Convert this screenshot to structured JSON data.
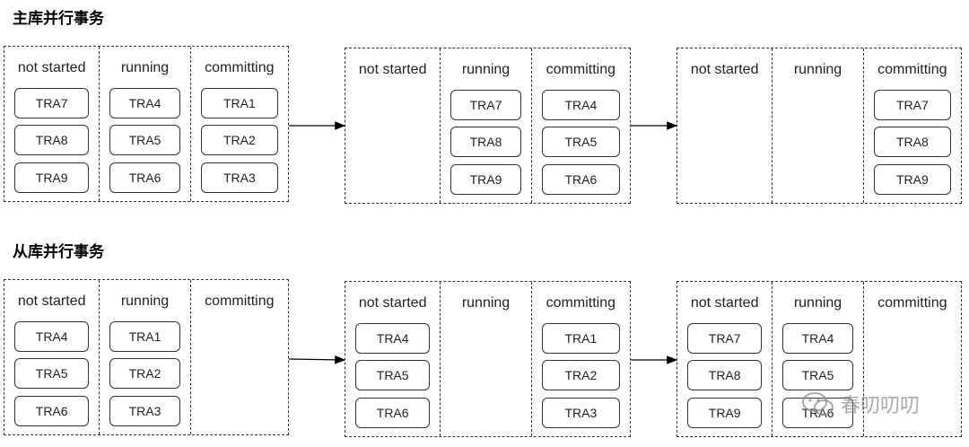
{
  "sections": [
    {
      "title": "主库并行事务",
      "panels": [
        {
          "columns": [
            {
              "header": "not started",
              "items": [
                "TRA7",
                "TRA8",
                "TRA9"
              ]
            },
            {
              "header": "running",
              "items": [
                "TRA4",
                "TRA5",
                "TRA6"
              ]
            },
            {
              "header": "committing",
              "items": [
                "TRA1",
                "TRA2",
                "TRA3"
              ]
            }
          ]
        },
        {
          "columns": [
            {
              "header": "not started",
              "items": []
            },
            {
              "header": "running",
              "items": [
                "TRA7",
                "TRA8",
                "TRA9"
              ]
            },
            {
              "header": "committing",
              "items": [
                "TRA4",
                "TRA5",
                "TRA6"
              ]
            }
          ]
        },
        {
          "columns": [
            {
              "header": "not started",
              "items": []
            },
            {
              "header": "running",
              "items": []
            },
            {
              "header": "committing",
              "items": [
                "TRA7",
                "TRA8",
                "TRA9"
              ]
            }
          ]
        }
      ]
    },
    {
      "title": "从库并行事务",
      "panels": [
        {
          "columns": [
            {
              "header": "not started",
              "items": [
                "TRA4",
                "TRA5",
                "TRA6"
              ]
            },
            {
              "header": "running",
              "items": [
                "TRA1",
                "TRA2",
                "TRA3"
              ]
            },
            {
              "header": "committing",
              "items": []
            }
          ]
        },
        {
          "columns": [
            {
              "header": "not started",
              "items": [
                "TRA4",
                "TRA5",
                "TRA6"
              ]
            },
            {
              "header": "running",
              "items": []
            },
            {
              "header": "committing",
              "items": [
                "TRA1",
                "TRA2",
                "TRA3"
              ]
            }
          ]
        },
        {
          "columns": [
            {
              "header": "not started",
              "items": [
                "TRA7",
                "TRA8",
                "TRA9"
              ]
            },
            {
              "header": "running",
              "items": [
                "TRA4",
                "TRA5",
                "TRA6"
              ]
            },
            {
              "header": "committing",
              "items": []
            }
          ]
        }
      ]
    }
  ],
  "watermark": {
    "text": "春叨叨叨",
    "icon": "wechat-icon"
  },
  "colors": {
    "border": "#333333",
    "text": "#222222",
    "watermark": "#8c8c8c"
  }
}
